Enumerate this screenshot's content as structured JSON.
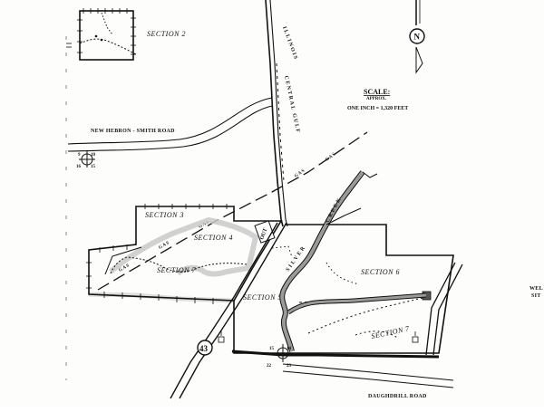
{
  "map": {
    "sections": {
      "section_2": "SECTION 2",
      "section_3": "SECTION 3",
      "section_4": "SECTION 4",
      "section_5": "SECTION 5",
      "section_6": "SECTION 6",
      "section_7_left": "SECTION 7",
      "section_7_right": "SECTION 7"
    },
    "roads": {
      "new_hebron": "NEW HEBRON - SMITH ROAD",
      "daughdrill": "DAUGHDRILL ROAD",
      "highway_number": "43",
      "out_label": "OUT"
    },
    "railroad": {
      "words": [
        "ILLINOIS",
        "CENTRAL GULF"
      ]
    },
    "gas_label": "GAS",
    "creek": {
      "words": [
        "SILVER",
        "CREEK"
      ]
    },
    "section_corners": {
      "upper": [
        "9",
        "10",
        "16",
        "15"
      ],
      "lower": [
        "15",
        "14",
        "22",
        "23"
      ]
    },
    "scale": {
      "title": "SCALE:",
      "approx": "APPROX.",
      "ratio": "ONE INCH = 1,320 FEET"
    },
    "north": "N",
    "cut_label": {
      "top": "WEL",
      "bottom": "SIT"
    },
    "colors": {
      "ink": "#111111",
      "creek_fill": "#9a9a9a",
      "highlight": "#c9c9c9",
      "paper": "#fdfdfb"
    }
  }
}
